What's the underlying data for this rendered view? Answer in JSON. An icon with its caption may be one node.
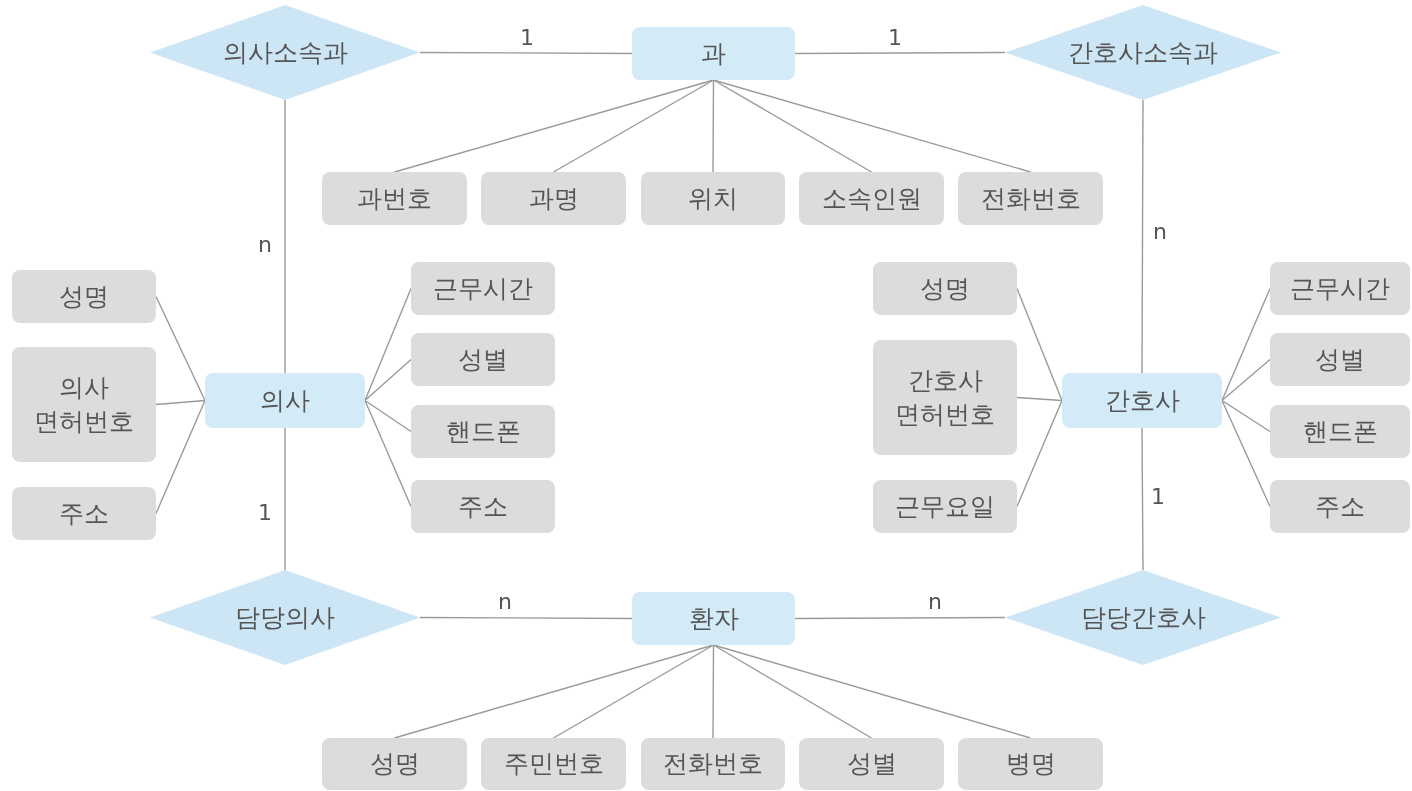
{
  "diagram": {
    "nodes": [
      {
        "text": [
          "의사소속과"
        ]
      },
      {
        "text": [
          "과"
        ]
      },
      {
        "text": [
          "간호사소속과"
        ]
      },
      {
        "text": [
          "과번호"
        ]
      },
      {
        "text": [
          "과명"
        ]
      },
      {
        "text": [
          "위치"
        ]
      },
      {
        "text": [
          "소속인원"
        ]
      },
      {
        "text": [
          "전화번호"
        ]
      },
      {
        "text": [
          "의사"
        ]
      },
      {
        "text": [
          "성명"
        ]
      },
      {
        "text": [
          "의사 면허번호"
        ]
      },
      {
        "text": [
          "주소"
        ]
      },
      {
        "text": [
          "근무시간"
        ]
      },
      {
        "text": [
          "성별"
        ]
      },
      {
        "text": [
          "핸드폰"
        ]
      },
      {
        "text": [
          "주소"
        ]
      },
      {
        "text": [
          "간호사"
        ]
      },
      {
        "text": [
          "성명"
        ]
      },
      {
        "text": [
          "간호사 면허번호"
        ]
      },
      {
        "text": [
          "근무요일"
        ]
      },
      {
        "text": [
          "근무시간"
        ]
      },
      {
        "text": [
          "성별"
        ]
      },
      {
        "text": [
          "핸드폰"
        ]
      },
      {
        "text": [
          "주소"
        ]
      },
      {
        "text": [
          "담당의사"
        ]
      },
      {
        "text": [
          "환자"
        ]
      },
      {
        "text": [
          "담당간호사"
        ]
      },
      {
        "text": [
          "성명"
        ]
      },
      {
        "text": [
          "주민번호"
        ]
      },
      {
        "text": [
          "전화번호"
        ]
      },
      {
        "text": [
          "성별"
        ]
      },
      {
        "text": [
          "병명"
        ]
      }
    ],
    "edges": [
      {
        "from": 0,
        "to": 1,
        "arrow": "none",
        "label": "1"
      },
      {
        "from": 1,
        "to": 2,
        "arrow": "none",
        "label": "1"
      },
      {
        "from": 1,
        "to": 3,
        "arrow": "none"
      },
      {
        "from": 1,
        "to": 4,
        "arrow": "none"
      },
      {
        "from": 1,
        "to": 5,
        "arrow": "none"
      },
      {
        "from": 1,
        "to": 6,
        "arrow": "none"
      },
      {
        "from": 1,
        "to": 7,
        "arrow": "none"
      },
      {
        "from": 0,
        "to": 8,
        "arrow": "none",
        "label": "n"
      },
      {
        "from": 2,
        "to": 16,
        "arrow": "none",
        "label": "n"
      },
      {
        "from": 8,
        "to": 9,
        "arrow": "none"
      },
      {
        "from": 8,
        "to": 10,
        "arrow": "none"
      },
      {
        "from": 8,
        "to": 11,
        "arrow": "none"
      },
      {
        "from": 8,
        "to": 12,
        "arrow": "none"
      },
      {
        "from": 8,
        "to": 13,
        "arrow": "none"
      },
      {
        "from": 8,
        "to": 14,
        "arrow": "none"
      },
      {
        "from": 8,
        "to": 15,
        "arrow": "none"
      },
      {
        "from": 16,
        "to": 17,
        "arrow": "none"
      },
      {
        "from": 16,
        "to": 18,
        "arrow": "none"
      },
      {
        "from": 16,
        "to": 19,
        "arrow": "none"
      },
      {
        "from": 16,
        "to": 20,
        "arrow": "none"
      },
      {
        "from": 16,
        "to": 21,
        "arrow": "none"
      },
      {
        "from": 16,
        "to": 22,
        "arrow": "none"
      },
      {
        "from": 16,
        "to": 23,
        "arrow": "none"
      },
      {
        "from": 8,
        "to": 24,
        "arrow": "none",
        "label": "1"
      },
      {
        "from": 16,
        "to": 26,
        "arrow": "none",
        "label": "1"
      },
      {
        "from": 24,
        "to": 25,
        "arrow": "none",
        "label": "n"
      },
      {
        "from": 25,
        "to": 26,
        "arrow": "none",
        "label": "n"
      },
      {
        "from": 25,
        "to": 27,
        "arrow": "none"
      },
      {
        "from": 25,
        "to": 28,
        "arrow": "none"
      },
      {
        "from": 25,
        "to": 29,
        "arrow": "none"
      },
      {
        "from": 25,
        "to": 30,
        "arrow": "none"
      },
      {
        "from": 25,
        "to": 31,
        "arrow": "none"
      }
    ]
  }
}
